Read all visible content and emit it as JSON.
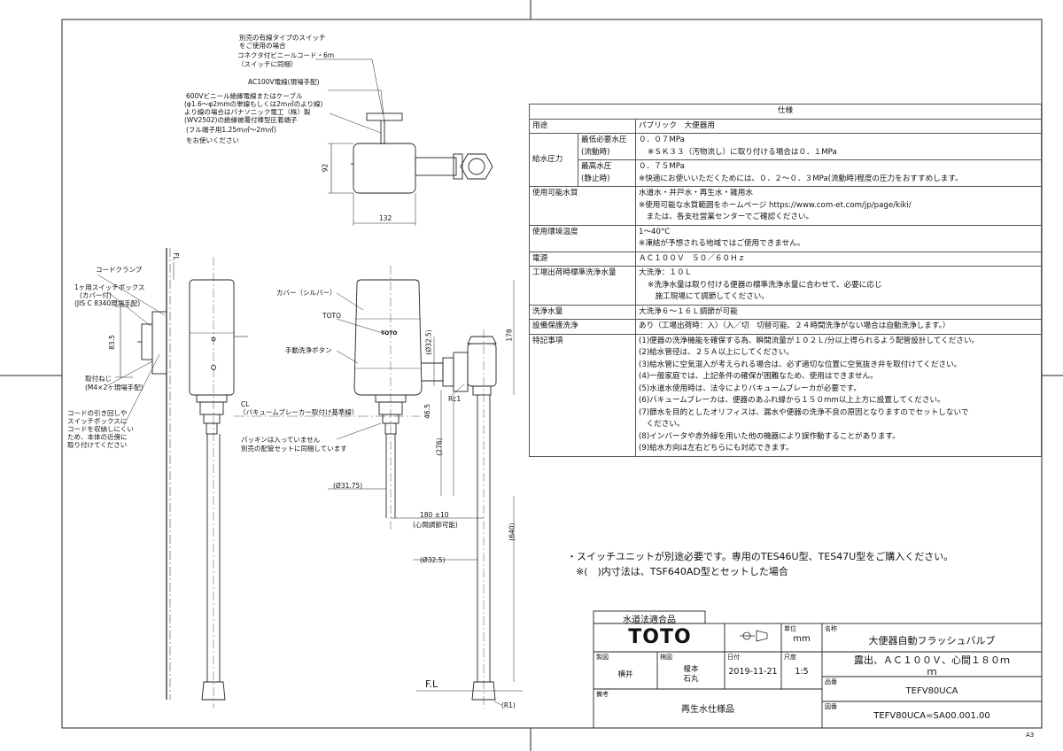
{
  "callouts": {
    "switch_note": [
      "別売の有線タイプのスイッチ",
      "をご使用の場合"
    ],
    "cord_note": [
      "コネクタ付ビニールコード・6m",
      "（スイッチに同梱）"
    ],
    "ac100_wire": "AC100V電線(現場手配)",
    "cable_note": [
      "600Vビニール絶縁電線またはケーブル",
      "(φ1.6〜φ2mmの単線もしくは2m㎡のより線)",
      "より線の場合はパナソニック電工（株）製",
      "(WV2502)の絶縁被覆付棒型圧着端子",
      "(フル端子用1.25m㎡〜2m㎡)",
      "をお使いください"
    ],
    "cord_clamp": "コードクランプ",
    "switch_box": [
      "1ヶ用スイッチボックス",
      "(カバー付)",
      "(JIS C 8340現場手配)"
    ],
    "fix_screw": [
      "取付ねじ",
      "(M4×2ヶ現場手配)"
    ],
    "cord_pull": [
      "コードの引き回しや",
      "スイッチボックスに",
      "コードを収納しにくい",
      "ため、本体の近傍に",
      "取り付けてください"
    ],
    "cover": "カバー（シルバー）",
    "toto_label": "TOTO",
    "manual_button": "手動洗浄ボタン",
    "cl_note": [
      "CL",
      "（バキュームブレーカー取付け基準線）"
    ],
    "packing_note": [
      "パッキンは入っていません",
      "別売の配管セットに同梱しています"
    ],
    "rc1": "Rc1",
    "fl": "F.L",
    "dims": {
      "d92": "92",
      "d132": "132",
      "d835": "83.5",
      "d178": "178",
      "d325a": "(Ø32.5)",
      "d465": "46.5",
      "d276": "(276)",
      "d3175": "(Ø31.75)",
      "d180": "180 ±10",
      "d180b": "(心間調節可能)",
      "d640": "(640)",
      "d325b": "(Ø32.5)",
      "r1": "(R1)",
      "fl_mark": "FL"
    }
  },
  "spec": {
    "header": "仕様",
    "rows": {
      "usage_l": "用途",
      "usage_v": "パブリック　大便器用",
      "press_l": "給水圧力",
      "pmin_l": [
        "最低必要水圧",
        "(流動時)"
      ],
      "pmin_v": [
        "０．０７MPa",
        "※ＳＫ３３（汚物流し）に取り付ける場合は０．１MPa"
      ],
      "pmax_l": [
        "最高水圧",
        "(静止時)"
      ],
      "pmax_v": [
        "０．７５MPa",
        "※快適にお使いいただくためには、０．２〜０．３MPa(流動時)程度の圧力をおすすめします。"
      ],
      "water_l": "使用可能水質",
      "water_v": [
        "水道水・井戸水・再生水・雑用水",
        "※使用可能な水質範囲をホームページ https://www.com-et.com/jp/page/kiki/",
        "　または、各支社営業センターでご確認ください。"
      ],
      "temp_l": "使用環境温度",
      "temp_v": [
        "1〜40°C",
        "※凍結が予想される地域ではご使用できません。"
      ],
      "power_l": "電源",
      "power_v": "ＡＣ１００Ｖ　５０／６０Ｈｚ",
      "flush_l": "工場出荷時標準洗浄水量",
      "flush_v": [
        "大洗浄：１０Ｌ",
        "※洗浄水量は取り付ける便器の標準洗浄水量に合わせて、必要に応じ",
        "　施工現場にて調節してください。"
      ],
      "vol_l": "洗浄水量",
      "vol_v": "大洗浄６〜１６Ｌ調節が可能",
      "prot_l": "設備保護洗浄",
      "prot_v": "あり（工場出荷時：入）（入／切　切替可能、２４時間洗浄がない場合は自動洗浄します。）",
      "feat_l": "特記事項",
      "feat_v": [
        "(1)便器の洗浄機能を確保する為、瞬間流量が１０２Ｌ/分以上得られるよう配管設計してください。",
        "(2)給水管径は、２５Ａ以上にしてください。",
        "(3)給水管に空気混入が考えられる場合は、必ず適切な位置に空気抜き弁を取付けてください。",
        "(4)一般家庭では、上記条件の確保が困難なため、使用はできません。",
        "(5)水道水使用時は、法令によりバキュームブレーカが必要です。",
        "(6)バキュームブレーカは、便器のあふれ縁から１５０mm以上上方に設置してください。",
        "(7)節水を目的としたオリフィスは、漏水や便器の洗浄不良の原因となりますのでセットしないで",
        "　ください。",
        "(8)インバータや赤外線を用いた他の機器により誤作動することがあります。",
        "(9)給水方向は左右どちらにも対応できます。"
      ]
    }
  },
  "notes": [
    "・スイッチユニットが別途必要です。専用のTES46U型、TES47U型をご購入ください。",
    "※(　)内寸法は、TSF640AD型とセットした場合"
  ],
  "title_block": {
    "approval": "水道法適合品",
    "logo": "TOTO",
    "unit_l": "単位",
    "unit_v": "mm",
    "name_l": "名称",
    "name_v": "大便器自動フラッシュバルブ",
    "name_v2": [
      "露出、ＡＣ１００Ｖ、心間１８０ｍ",
      "ｍ"
    ],
    "drawn_l": "製図",
    "drawn_v": "横井",
    "check_l": "検図",
    "check_v": [
      "榎本",
      "石丸"
    ],
    "date_l": "日付",
    "date_v": "2019-11-21",
    "scale_l": "尺度",
    "scale_v": "1:5",
    "item_l": "品番",
    "item_v": "TEFV80UCA",
    "remark_l": "備考",
    "remark_v": "再生水仕様品",
    "dwg_l": "図番",
    "dwg_v": "TEFV80UCA=SA00.001.00"
  },
  "sheet": "A3"
}
